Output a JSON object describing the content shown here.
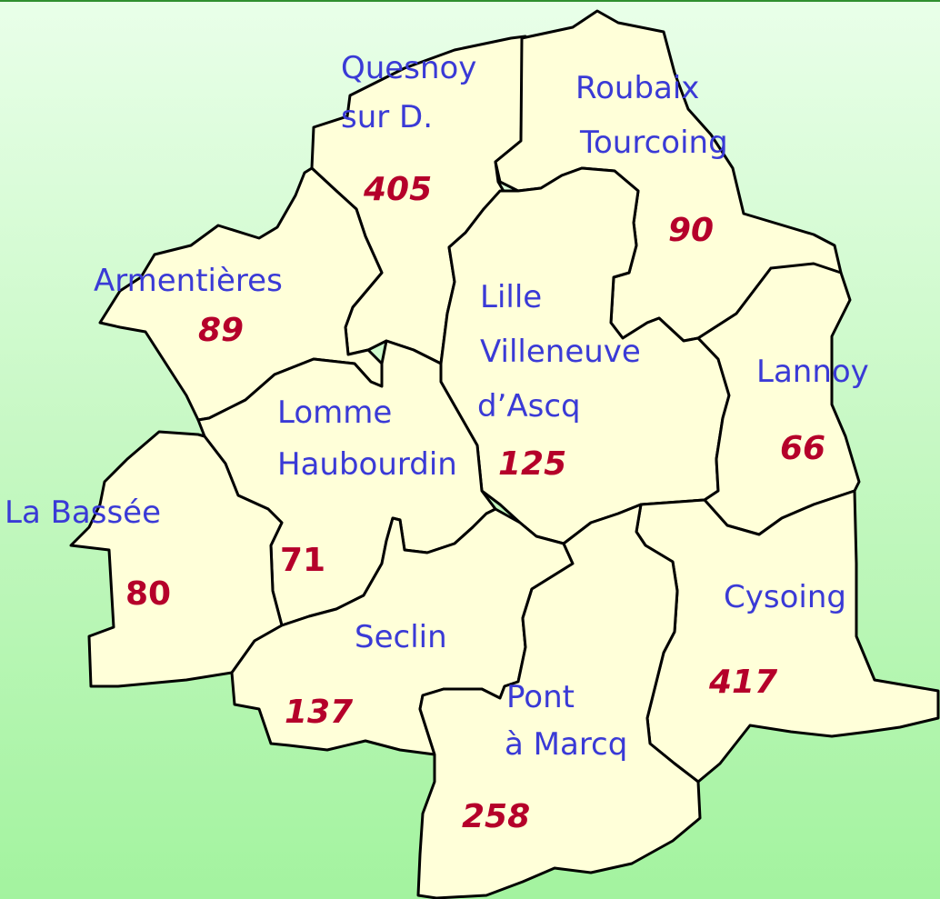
{
  "regions": [
    {
      "id": "quesnoy",
      "name": [
        "Quesnoy",
        "sur D."
      ],
      "value": "405"
    },
    {
      "id": "roubaix",
      "name": [
        "Roubaix",
        "Tourcoing"
      ],
      "value": "90"
    },
    {
      "id": "armentieres",
      "name": [
        "Armentières"
      ],
      "value": "89"
    },
    {
      "id": "lille",
      "name": [
        "Lille",
        "Villeneuve",
        "d’Ascq"
      ],
      "value": "125"
    },
    {
      "id": "lannoy",
      "name": [
        "Lannoy"
      ],
      "value": "66"
    },
    {
      "id": "lomme",
      "name": [
        "Lomme",
        "Haubourdin"
      ],
      "value": "71"
    },
    {
      "id": "labassee",
      "name": [
        "La Bassée"
      ],
      "value": "80"
    },
    {
      "id": "seclin",
      "name": [
        "Seclin"
      ],
      "value": "137"
    },
    {
      "id": "cysoing",
      "name": [
        "Cysoing"
      ],
      "value": "417"
    },
    {
      "id": "pontamarcq",
      "name": [
        "Pont",
        "à Marcq"
      ],
      "value": "258"
    }
  ],
  "colors": {
    "region_fill": "#ffffd9",
    "border": "#000000",
    "name_text": "#3a3ad6",
    "value_text": "#b5002a",
    "background_top": "#e9ffe9",
    "background_bottom": "#a3f39f"
  }
}
